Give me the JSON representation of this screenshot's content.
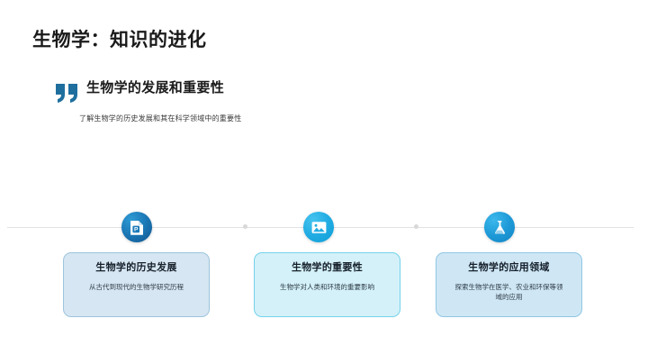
{
  "slide": {
    "title": "生物学：知识的进化",
    "quote": {
      "icon": "quote-mark-icon",
      "heading": "生物学的发展和重要性",
      "subtitle": "了解生物学的历史发展和其在科学领域中的重要性"
    },
    "timeline": {
      "nodes": [
        {
          "icon": "presentation-file-icon",
          "color": "#1c7ab8"
        },
        {
          "icon": "image-picture-icon",
          "color": "#21ace3"
        },
        {
          "icon": "flask-beaker-icon",
          "color": "#1e9ad8"
        }
      ]
    },
    "cards": [
      {
        "title": "生物学的历史发展",
        "description": "从古代到现代的生物学研究历程",
        "fill": "#d6e6f2",
        "border": "#9dc4dd"
      },
      {
        "title": "生物学的重要性",
        "description": "生物学对人类和环境的重要影响",
        "fill": "#d4f1f9",
        "border": "#74d2ea"
      },
      {
        "title": "生物学的应用领域",
        "description": "探索生物学在医学、农业和环保等领域的应用",
        "fill": "#cfe7f5",
        "border": "#8fc6e4"
      }
    ]
  }
}
